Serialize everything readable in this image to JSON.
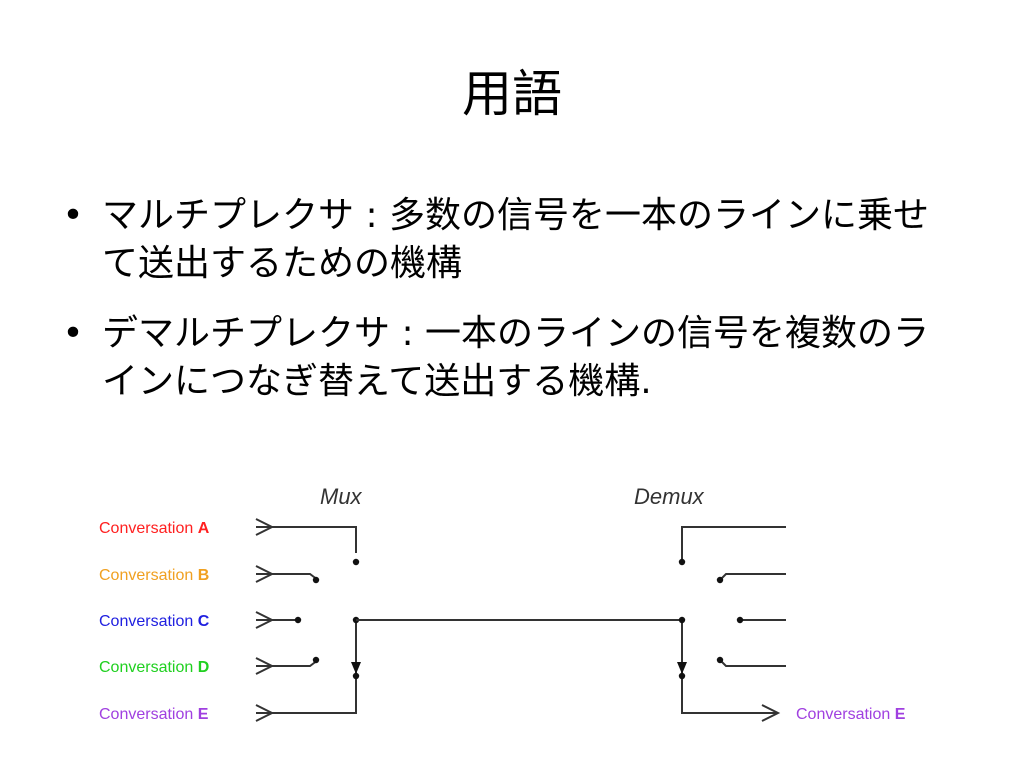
{
  "slide": {
    "title": "用語",
    "bullet_marker": "•",
    "bullets": [
      {
        "text": "マルチプレクサ : 多数の信号を一本のラインに乗せて送出するための機構"
      },
      {
        "text": "デマルチプレクサ : 一本のラインの信号を複数のラインにつなぎ替えて送出する機構."
      }
    ]
  },
  "diagram": {
    "mux_label": "Mux",
    "demux_label": "Demux",
    "inputs": [
      {
        "prefix": "Conversation ",
        "letter": "A",
        "color": "#ff2020"
      },
      {
        "prefix": "Conversation ",
        "letter": "B",
        "color": "#f0a020"
      },
      {
        "prefix": "Conversation ",
        "letter": "C",
        "color": "#2020e0"
      },
      {
        "prefix": "Conversation ",
        "letter": "D",
        "color": "#20d020"
      },
      {
        "prefix": "Conversation ",
        "letter": "E",
        "color": "#a040e0"
      }
    ],
    "output": {
      "prefix": "Conversation ",
      "letter": "E",
      "color": "#a040e0"
    }
  }
}
